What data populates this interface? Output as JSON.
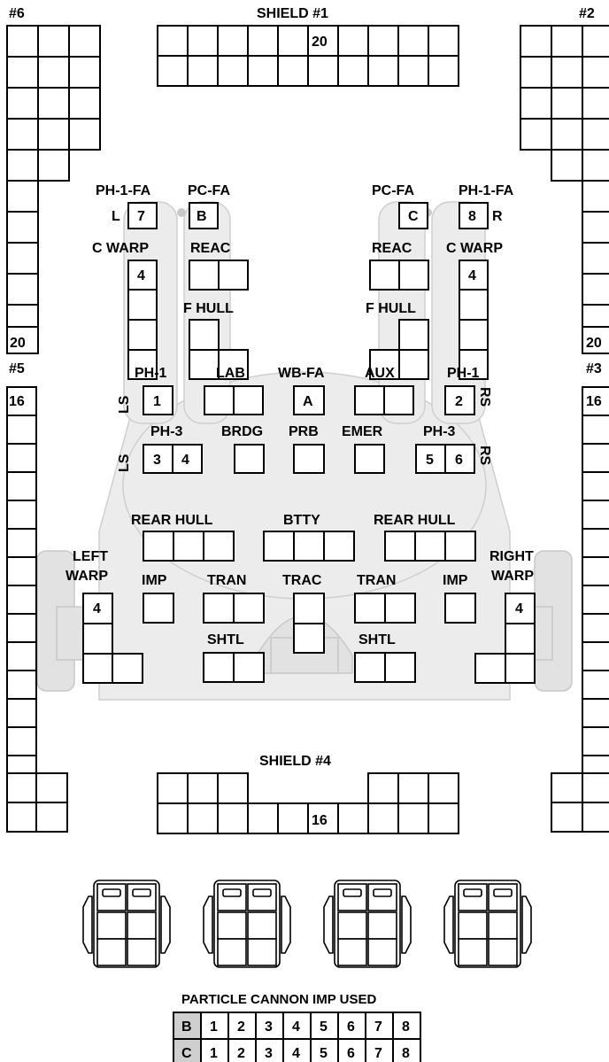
{
  "shields": {
    "shield1": {
      "label": "SHIELD #1",
      "count": "20"
    },
    "shield2": {
      "label": "#2",
      "count": "20"
    },
    "shield3": {
      "label": "#3",
      "count": "16"
    },
    "shield4": {
      "label": "SHIELD #4",
      "count": "16"
    },
    "shield5": {
      "label": "#5",
      "count": "16"
    },
    "shield6": {
      "label": "#6",
      "count": "20"
    }
  },
  "weapons": {
    "ph1fa_left": {
      "label": "PH-1-FA",
      "side": "L",
      "num": "7"
    },
    "pcfa_left": {
      "label": "PC-FA",
      "letter": "B"
    },
    "pcfa_right": {
      "label": "PC-FA",
      "letter": "C"
    },
    "ph1fa_right": {
      "label": "PH-1-FA",
      "side": "R",
      "num": "8"
    },
    "ph1_left": {
      "label": "PH-1",
      "side": "LS",
      "num": "1"
    },
    "ph1_right": {
      "label": "PH-1",
      "side": "RS",
      "num": "2"
    },
    "wbfa": {
      "label": "WB-FA",
      "letter": "A"
    },
    "ph3_left": {
      "label": "PH-3",
      "side": "LS",
      "nums": [
        "3",
        "4"
      ]
    },
    "ph3_right": {
      "label": "PH-3",
      "side": "RS",
      "nums": [
        "5",
        "6"
      ]
    }
  },
  "systems": {
    "cwarp_label": "C WARP",
    "cwarp_num": "4",
    "reac": "REAC",
    "fhull": "F HULL",
    "lab": "LAB",
    "aux": "AUX",
    "brdg": "BRDG",
    "prb": "PRB",
    "emer": "EMER",
    "rear_hull": "REAR HULL",
    "btty": "BTTY",
    "left_warp": [
      "LEFT",
      "WARP"
    ],
    "right_warp": [
      "RIGHT",
      "WARP"
    ],
    "warp_num": "4",
    "imp": "IMP",
    "tran": "TRAN",
    "trac": "TRAC",
    "shtl": "SHTL"
  },
  "imp_table": {
    "title": "PARTICLE CANNON IMP USED",
    "rows": [
      {
        "label": "B",
        "cells": [
          "1",
          "2",
          "3",
          "4",
          "5",
          "6",
          "7",
          "8"
        ]
      },
      {
        "label": "C",
        "cells": [
          "1",
          "2",
          "3",
          "4",
          "5",
          "6",
          "7",
          "8"
        ]
      }
    ]
  }
}
